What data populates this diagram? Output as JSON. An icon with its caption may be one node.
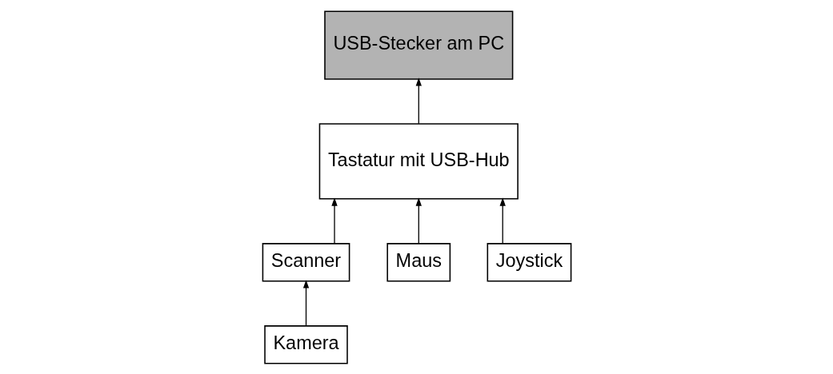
{
  "diagram": {
    "nodes": [
      {
        "text": [
          "USB-Stecker am PC"
        ]
      },
      {
        "text": [
          "Scanner"
        ]
      },
      {
        "text": [
          "Kamera"
        ]
      },
      {
        "text": [
          "Tastatur mit USB-Hub"
        ]
      },
      {
        "text": [
          "Maus"
        ]
      },
      {
        "text": [
          "Joystick"
        ]
      }
    ],
    "edges": [
      {
        "from": 3,
        "to": 0,
        "arrow": "to"
      },
      {
        "from": 2,
        "to": 1,
        "arrow": "to"
      },
      {
        "from": 1,
        "to": 3,
        "arrow": "to"
      },
      {
        "from": 5,
        "to": 3,
        "arrow": "to"
      },
      {
        "from": 4,
        "to": 3,
        "arrow": "to"
      }
    ]
  }
}
